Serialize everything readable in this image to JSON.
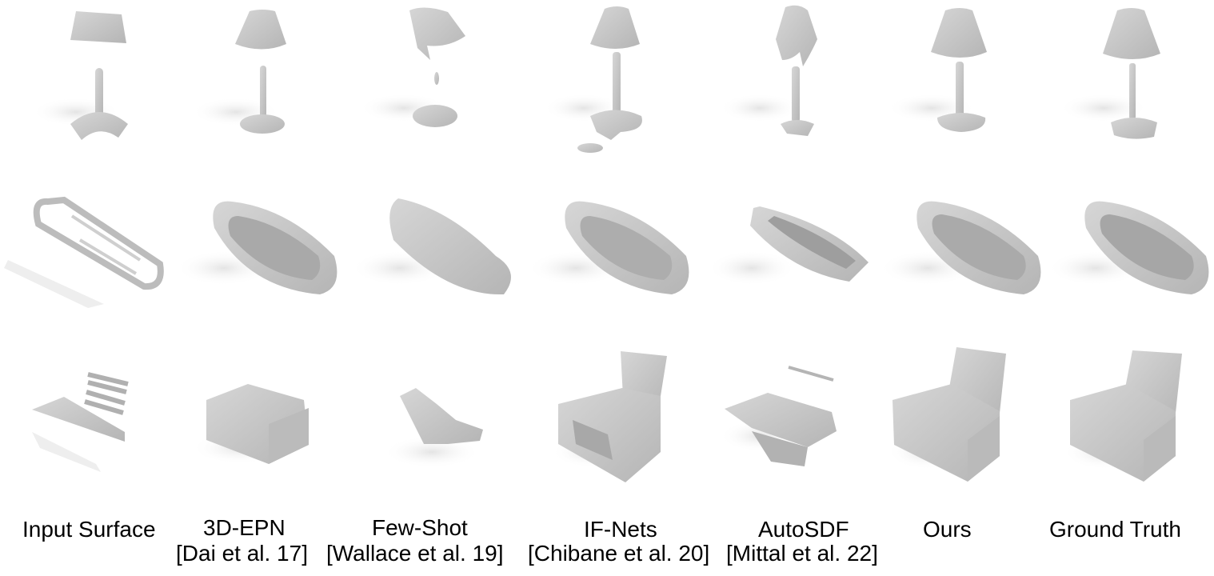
{
  "columns": [
    {
      "title": "Input Surface",
      "citation": ""
    },
    {
      "title": "3D-EPN",
      "citation": "[Dai et al. 17]"
    },
    {
      "title": "Few-Shot",
      "citation": "[Wallace et al. 19]"
    },
    {
      "title": "IF-Nets",
      "citation": "[Chibane et al. 20]"
    },
    {
      "title": "AutoSDF",
      "citation": "[Mittal et al. 22]"
    },
    {
      "title": "Ours",
      "citation": ""
    },
    {
      "title": "Ground Truth",
      "citation": ""
    }
  ],
  "rows": [
    "lamp",
    "bathtub",
    "chair"
  ],
  "colors": {
    "mesh": "#c9c9c9",
    "mesh_dark": "#a9a9a9",
    "shadow": "#ececec",
    "background": "#ffffff"
  }
}
